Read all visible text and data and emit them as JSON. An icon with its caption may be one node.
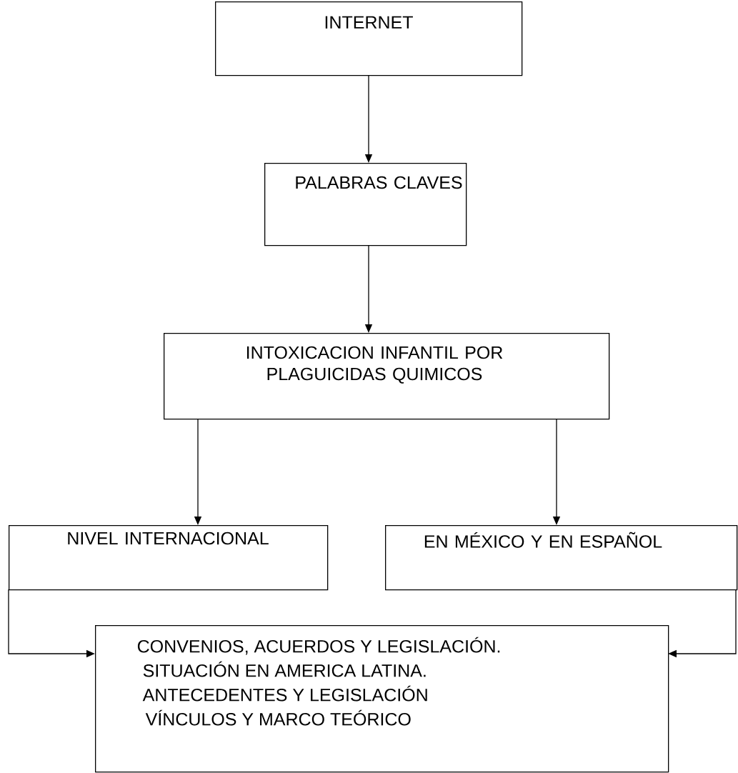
{
  "diagram": {
    "nodes": [
      {
        "text": [
          "INTERNET"
        ]
      },
      {
        "text": [
          "PALABRAS CLAVES"
        ]
      },
      {
        "text": [
          "INTOXICACION INFANTIL POR PLAGUICIDAS  QUIMICOS"
        ]
      },
      {
        "text": [
          "NIVEL INTERNACIONAL"
        ]
      },
      {
        "text": [
          "EN MÉXICO Y EN ESPAÑOL"
        ]
      },
      {
        "text": [
          "CONVENIOS, ACUERDOS Y LEGISLACIÓN.",
          "SITUACIÓN EN AMERICA LATINA.",
          "ANTECEDENTES Y LEGISLACIÓN",
          "VÍNCULOS Y MARCO TEÓRICO"
        ]
      }
    ],
    "edges": [
      {
        "from": 0,
        "to": 1,
        "arrow": "to"
      },
      {
        "from": 1,
        "to": 2,
        "arrow": "to"
      },
      {
        "from": 2,
        "to": 3,
        "arrow": "to"
      },
      {
        "from": 2,
        "to": 4,
        "arrow": "to"
      },
      {
        "from": 3,
        "to": 5,
        "arrow": "to"
      },
      {
        "from": 4,
        "to": 5,
        "arrow": "to"
      }
    ]
  }
}
